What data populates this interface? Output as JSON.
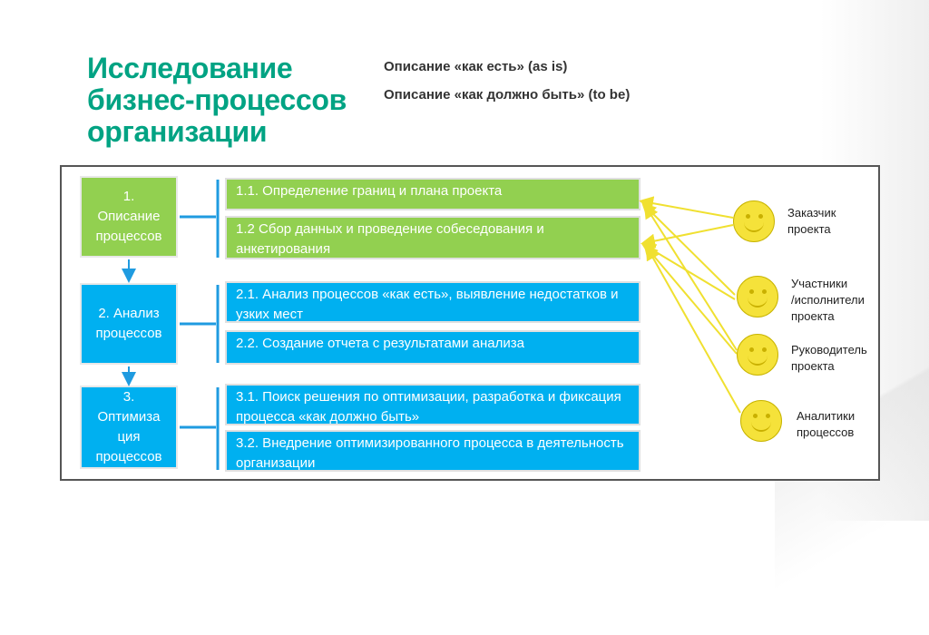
{
  "slide": {
    "title": "Исследование\nбизнес-процессов\nорганизации",
    "subtitle_1": "Описание «как есть» (as is)",
    "subtitle_2": "Описание «как должно быть» (to be)"
  },
  "stages": [
    {
      "label": "1.\nОписание\nпроцессов"
    },
    {
      "label": "2. Анализ\nпроцессов"
    },
    {
      "label": "3.\nОптимиза\nция\nпроцессов"
    }
  ],
  "tasks": [
    {
      "text": "1.1. Определение границ и плана проекта"
    },
    {
      "text": "1.2 Сбор данных и проведение собеседования и анкетирования"
    },
    {
      "text": "2.1. Анализ процессов «как есть», выявление недостатков и узких мест"
    },
    {
      "text": "2.2. Создание отчета с результатами анализа"
    },
    {
      "text": "3.1. Поиск решения по оптимизации, разработка и фиксация процесса «как должно быть»"
    },
    {
      "text": "3.2. Внедрение оптимизированного процесса в деятельность организации"
    }
  ],
  "participants": [
    {
      "label": "Заказчик\nпроекта"
    },
    {
      "label": "Участники\n/исполнители\nпроекта"
    },
    {
      "label": "Руководитель\nпроекта"
    },
    {
      "label": "Аналитики\nпроцессов"
    }
  ],
  "colors": {
    "title": "#00a383",
    "stage_green": "#92d050",
    "stage_blue": "#00b0f0",
    "arrow": "#1f9be0",
    "connector": "#f0e030",
    "face": "#f5e23a"
  }
}
